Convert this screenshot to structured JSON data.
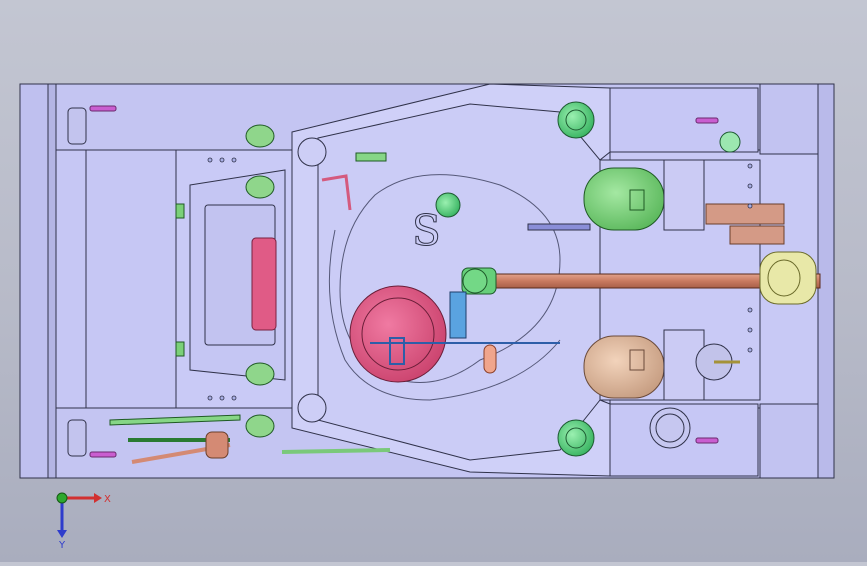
{
  "viewport": {
    "background": "#bcbfcc",
    "model": {
      "name": "tank-top-view",
      "hull_color": "#c7c8f4",
      "edge_color": "#30324a",
      "turret_color": "#cfd0f8",
      "turret_marking": "S",
      "main_gun_color": "#d08b72",
      "hatch_colors": {
        "commander": "#e0567f",
        "driver": "#86d27d",
        "co_driver": "#e0b99c",
        "round_hatch": "#5bd07e"
      }
    }
  },
  "triad": {
    "x_label": "X",
    "y_label": "Y",
    "x_color": "#d23030",
    "y_color": "#2e3ccc",
    "origin_color": "#2ea82e"
  }
}
